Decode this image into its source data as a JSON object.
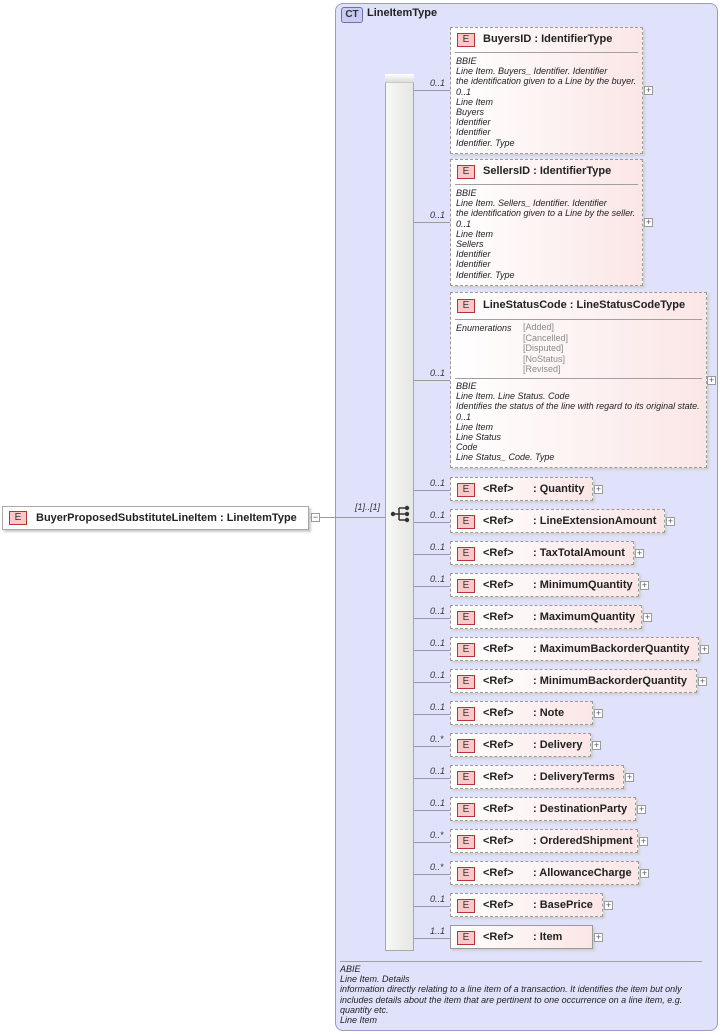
{
  "complex_type": {
    "badge": "CT",
    "name": "LineItemType"
  },
  "root": {
    "badge": "E",
    "name": "BuyerProposedSubstituteLineItem",
    "type_sep": " : ",
    "type": "LineItemType",
    "collapse": "−",
    "cardinality": "[1]..[1]"
  },
  "elements": [
    {
      "badge": "E",
      "cardinality": "0..1",
      "name": "BuyersID",
      "type": "IdentifierType",
      "plus": "+",
      "doc": [
        "BBIE",
        "Line Item. Buyers_ Identifier. Identifier",
        "the identification given to a Line by the buyer.",
        "0..1",
        "Line Item",
        "Buyers",
        "Identifier",
        "Identifier",
        "Identifier. Type"
      ]
    },
    {
      "badge": "E",
      "cardinality": "0..1",
      "name": "SellersID",
      "type": "IdentifierType",
      "plus": "+",
      "doc": [
        "BBIE",
        "Line Item. Sellers_ Identifier. Identifier",
        "the identification given to a Line by the seller.",
        "0..1",
        "Line Item",
        "Sellers",
        "Identifier",
        "Identifier",
        "Identifier. Type"
      ]
    },
    {
      "badge": "E",
      "cardinality": "0..1",
      "name": "LineStatusCode",
      "type": "LineStatusCodeType",
      "plus": "+",
      "enum_label": "Enumerations",
      "enumerations": [
        "[Added]",
        "[Cancelled]",
        "[Disputed]",
        "[NoStatus]",
        "[Revised]"
      ],
      "doc": [
        "BBIE",
        "Line Item. Line Status. Code",
        "Identifies the status of the line with regard to its original state.",
        "0..1",
        "Line Item",
        "Line Status",
        "Code",
        "Line Status_ Code. Type"
      ]
    }
  ],
  "refs": [
    {
      "badge": "E",
      "ref": "<Ref>",
      "cardinality": "0..1",
      "name": ": Quantity",
      "plus": "+"
    },
    {
      "badge": "E",
      "ref": "<Ref>",
      "cardinality": "0..1",
      "name": ": LineExtensionAmount",
      "plus": "+"
    },
    {
      "badge": "E",
      "ref": "<Ref>",
      "cardinality": "0..1",
      "name": ": TaxTotalAmount",
      "plus": "+"
    },
    {
      "badge": "E",
      "ref": "<Ref>",
      "cardinality": "0..1",
      "name": ": MinimumQuantity",
      "plus": "+"
    },
    {
      "badge": "E",
      "ref": "<Ref>",
      "cardinality": "0..1",
      "name": ": MaximumQuantity",
      "plus": "+"
    },
    {
      "badge": "E",
      "ref": "<Ref>",
      "cardinality": "0..1",
      "name": ": MaximumBackorderQuantity",
      "plus": "+"
    },
    {
      "badge": "E",
      "ref": "<Ref>",
      "cardinality": "0..1",
      "name": ": MinimumBackorderQuantity",
      "plus": "+"
    },
    {
      "badge": "E",
      "ref": "<Ref>",
      "cardinality": "0..1",
      "name": ": Note",
      "plus": "+"
    },
    {
      "badge": "E",
      "ref": "<Ref>",
      "cardinality": "0..*",
      "name": ": Delivery",
      "plus": "+"
    },
    {
      "badge": "E",
      "ref": "<Ref>",
      "cardinality": "0..1",
      "name": ": DeliveryTerms",
      "plus": "+"
    },
    {
      "badge": "E",
      "ref": "<Ref>",
      "cardinality": "0..1",
      "name": ": DestinationParty",
      "plus": "+"
    },
    {
      "badge": "E",
      "ref": "<Ref>",
      "cardinality": "0..*",
      "name": ": OrderedShipment",
      "plus": "+"
    },
    {
      "badge": "E",
      "ref": "<Ref>",
      "cardinality": "0..*",
      "name": ": AllowanceCharge",
      "plus": "+"
    },
    {
      "badge": "E",
      "ref": "<Ref>",
      "cardinality": "0..1",
      "name": ": BasePrice",
      "plus": "+"
    },
    {
      "badge": "E",
      "ref": "<Ref>",
      "cardinality": "1..1",
      "name": ": Item",
      "plus": "+"
    }
  ],
  "ct_doc": [
    "ABIE",
    "Line Item. Details",
    "information directly relating to a line item of a transaction. It identifies the item but only",
    "includes details about the item that are pertinent  to one occurrence on a line item, e.g.",
    "quantity etc.",
    "Line Item"
  ]
}
